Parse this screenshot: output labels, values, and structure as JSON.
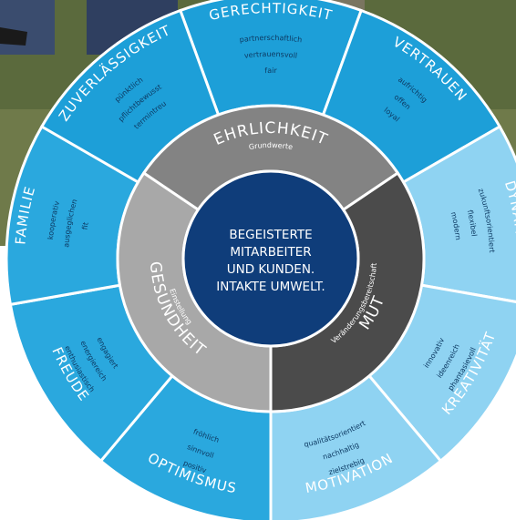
{
  "center": {
    "lines": [
      "BEGEISTERTE",
      "MITARBEITER",
      "UND KUNDEN.",
      "INTAKTE UMWELT."
    ]
  },
  "rings": [
    {
      "title": "EHRLICHKEIT",
      "subtitle": "Grundwerte",
      "color": "#838383"
    },
    {
      "title": "MUT",
      "subtitle": "Veränderungsbereitschaft",
      "color": "#4b4b4b"
    },
    {
      "title": "GESUNDHEIT",
      "subtitle": "Einstellung",
      "color": "#a8a8a8"
    }
  ],
  "segments": [
    {
      "title": "GERECHTIGKEIT",
      "words": [
        "partnerschaftlich",
        "vertrauensvoll",
        "fair"
      ],
      "color": "#1d9fd8"
    },
    {
      "title": "VERTRAUEN",
      "words": [
        "aufrichtig",
        "offen",
        "loyal"
      ],
      "color": "#1d9fd8"
    },
    {
      "title": "DYNAMIK",
      "words": [
        "zukunftsorientiert",
        "flexibel",
        "modern"
      ],
      "color": "#8fd3f2"
    },
    {
      "title": "KREATIVITÄT",
      "words": [
        "innovativ",
        "ideenreich",
        "phantasievoll"
      ],
      "color": "#8fd3f2"
    },
    {
      "title": "MOTIVATION",
      "words": [
        "qualitätsorientiert",
        "nachhaltig",
        "zielstrebig"
      ],
      "color": "#8fd3f2"
    },
    {
      "title": "OPTIMISMUS",
      "words": [
        "fröhlich",
        "sinnvoll",
        "positiv"
      ],
      "color": "#2aa8de"
    },
    {
      "title": "FREUDE",
      "words": [
        "engagiert",
        "energiereich",
        "enthusiastisch"
      ],
      "color": "#2aa8de"
    },
    {
      "title": "FAMILIE",
      "words": [
        "kooperativ",
        "ausgeglichen",
        "fit"
      ],
      "color": "#2aa8de"
    },
    {
      "title": "ZUVERLÄSSIGKEIT",
      "words": [
        "pünktlich",
        "pflichtbewusst",
        "termintreu"
      ],
      "color": "#1d9fd8"
    }
  ],
  "colors": {
    "center": "#0f3d7a",
    "divider": "#ffffff",
    "word_text": "#0d3a63"
  }
}
